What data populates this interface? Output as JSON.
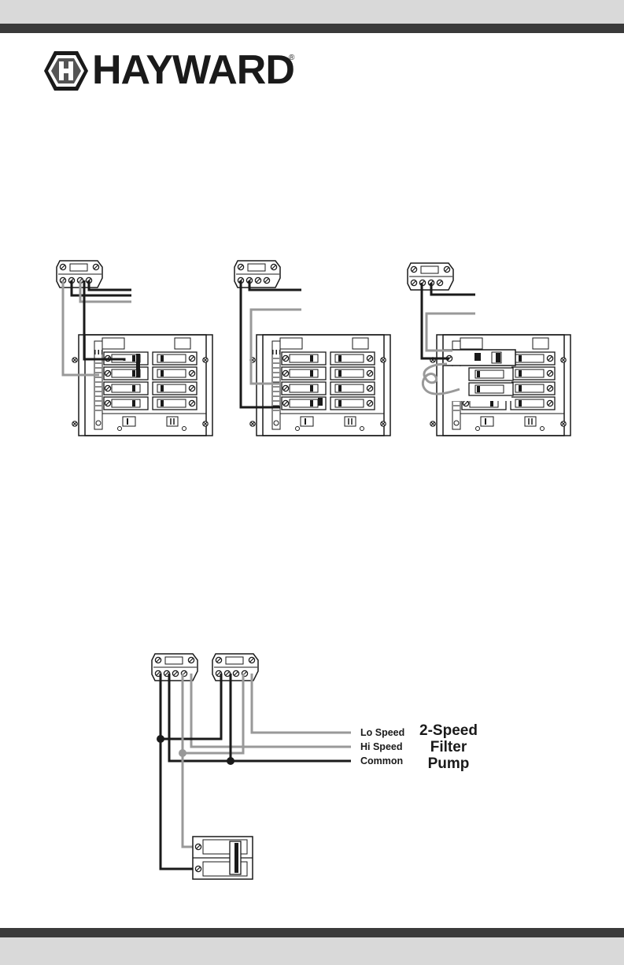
{
  "brand": {
    "name": "HAYWARD",
    "registered": "®",
    "emblem_letter": "H"
  },
  "pump_labels": {
    "lo_speed": "Lo Speed",
    "hi_speed": "Hi Speed",
    "common": "Common",
    "title_line1": "2-Speed",
    "title_line2": "Filter",
    "title_line3": "Pump"
  },
  "colors": {
    "hot_wire": "#1a1a1a",
    "neutral_wire": "#999999",
    "band_dark": "#3a3a3a",
    "band_light": "#d9d9d9"
  }
}
